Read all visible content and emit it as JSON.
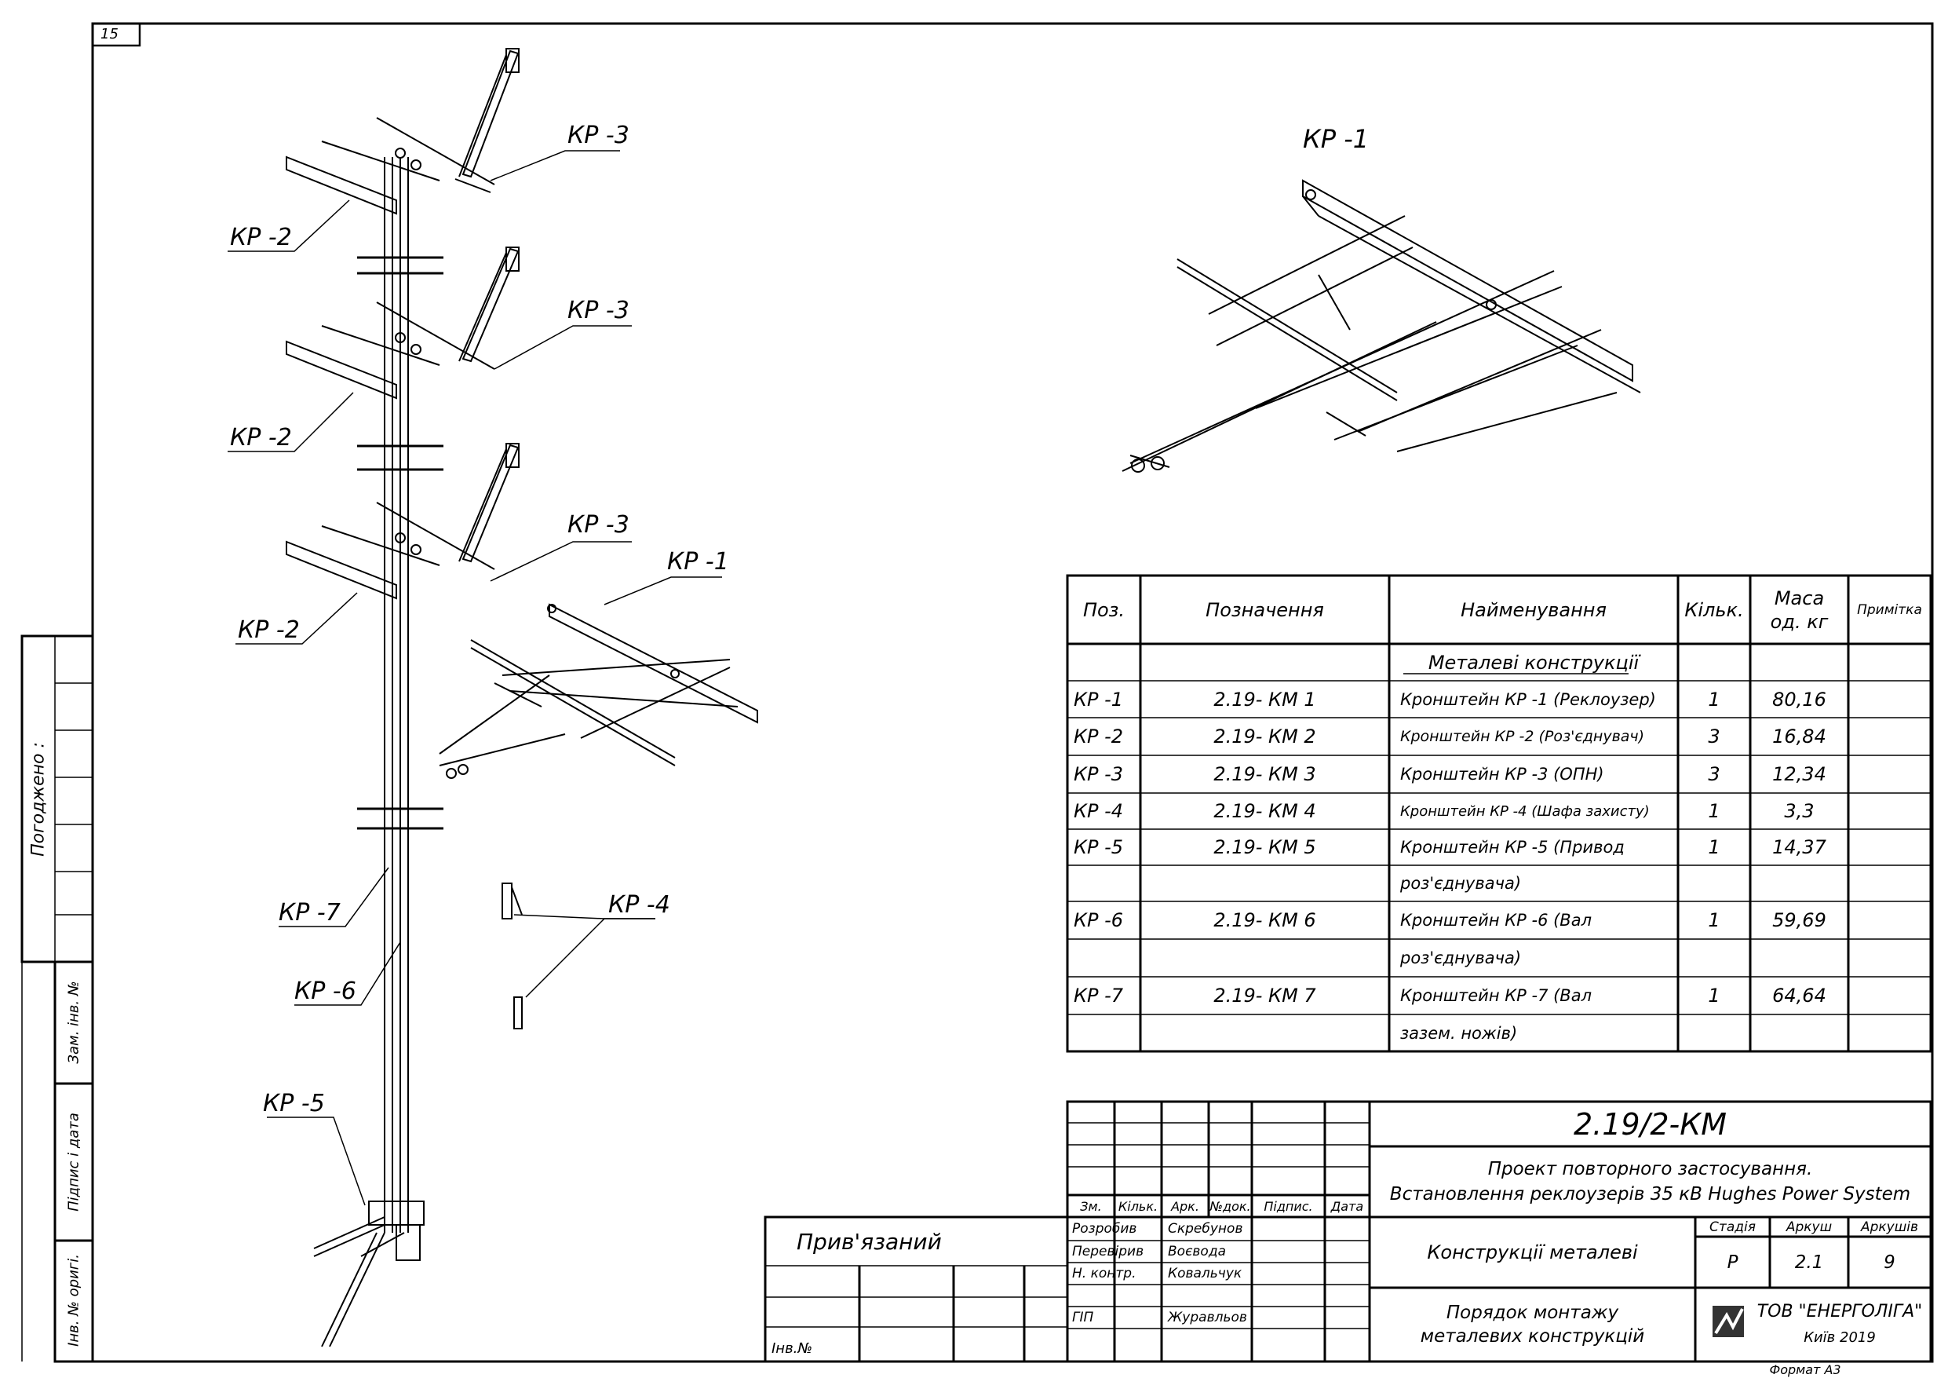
{
  "sheet_number": "15",
  "side_stamp": {
    "approved": "Погоджено :",
    "replace_inv": "Зам. інв. №",
    "sign_date": "Підпис і дата",
    "inv_orig": "Інв. № оригі."
  },
  "views": {
    "main_title": "КР -1",
    "callouts": {
      "kp3_a": "КР -3",
      "kp3_b": "КР -3",
      "kp3_c": "КР -3",
      "kp2_a": "КР -2",
      "kp2_b": "КР -2",
      "kp2_c": "КР -2",
      "kp1": "КР -1",
      "kp4": "КР -4",
      "kp7": "КР -7",
      "kp6": "КР -6",
      "kp5": "КР -5"
    }
  },
  "spec": {
    "headers": {
      "pos": "Поз.",
      "designation": "Позначення",
      "name": "Найменування",
      "qty": "Кільк.",
      "mass_1": "Маса",
      "mass_2": "од. кг",
      "note": "Примітка"
    },
    "section": "Металеві конструкції",
    "rows": [
      {
        "pos": "КР -1",
        "des": "2.19- КМ 1",
        "name": "Кронштейн КР -1 (Реклоузер)",
        "qty": "1",
        "mass": "80,16"
      },
      {
        "pos": "КР -2",
        "des": "2.19- КМ 2",
        "name": "Кронштейн КР -2 (Роз'єднувач)",
        "qty": "3",
        "mass": "16,84"
      },
      {
        "pos": "КР -3",
        "des": "2.19- КМ 3",
        "name": "Кронштейн КР -3 (ОПН)",
        "qty": "3",
        "mass": "12,34"
      },
      {
        "pos": "КР -4",
        "des": "2.19- КМ 4",
        "name": "Кронштейн КР -4 (Шафа захисту)",
        "qty": "1",
        "mass": "3,3"
      },
      {
        "pos": "КР -5",
        "des": "2.19- КМ 5",
        "name": "Кронштейн КР -5 (Привод",
        "qty": "1",
        "mass": "14,37"
      },
      {
        "pos": "",
        "des": "",
        "name": "роз'єднувача)",
        "qty": "",
        "mass": ""
      },
      {
        "pos": "КР -6",
        "des": "2.19- КМ 6",
        "name": "Кронштейн КР -6 (Вал",
        "qty": "1",
        "mass": "59,69"
      },
      {
        "pos": "",
        "des": "",
        "name": "роз'єднувача)",
        "qty": "",
        "mass": ""
      },
      {
        "pos": "КР -7",
        "des": "2.19- КМ 7",
        "name": "Кронштейн КР -7 (Вал",
        "qty": "1",
        "mass": "64,64"
      },
      {
        "pos": "",
        "des": "",
        "name": "зазем. ножів)",
        "qty": "",
        "mass": ""
      }
    ]
  },
  "binding": {
    "title": "Прив'язаний",
    "inv": "Інв.№"
  },
  "title_block": {
    "code": "2.19/2-КМ",
    "project_1": "Проект повторного застосування.",
    "project_2": "Встановлення реклоузерів 35 кВ Hughes Power System",
    "rev_headers": [
      "Зм.",
      "Кільк.",
      "Арк.",
      "№док.",
      "Підпис.",
      "Дата"
    ],
    "people": [
      {
        "role": "Розробив",
        "name": "Скребунов"
      },
      {
        "role": "Перевірив",
        "name": "Воєвода"
      },
      {
        "role": "Н. контр.",
        "name": "Ковальчук"
      },
      {
        "role": "",
        "name": ""
      },
      {
        "role": "ГІП",
        "name": "Журавльов"
      }
    ],
    "drawing_name": "Конструкції металеві",
    "sheet_name_1": "Порядок монтажу",
    "sheet_name_2": "металевих конструкцій",
    "stage_label": "Стадія",
    "sheet_label": "Аркуш",
    "sheets_label": "Аркушів",
    "stage": "Р",
    "sheet": "2.1",
    "sheets": "9",
    "company": "ТОВ \"ЕНЕРГОЛІГА\"",
    "city_year": "Київ 2019",
    "format": "Формат А3"
  }
}
